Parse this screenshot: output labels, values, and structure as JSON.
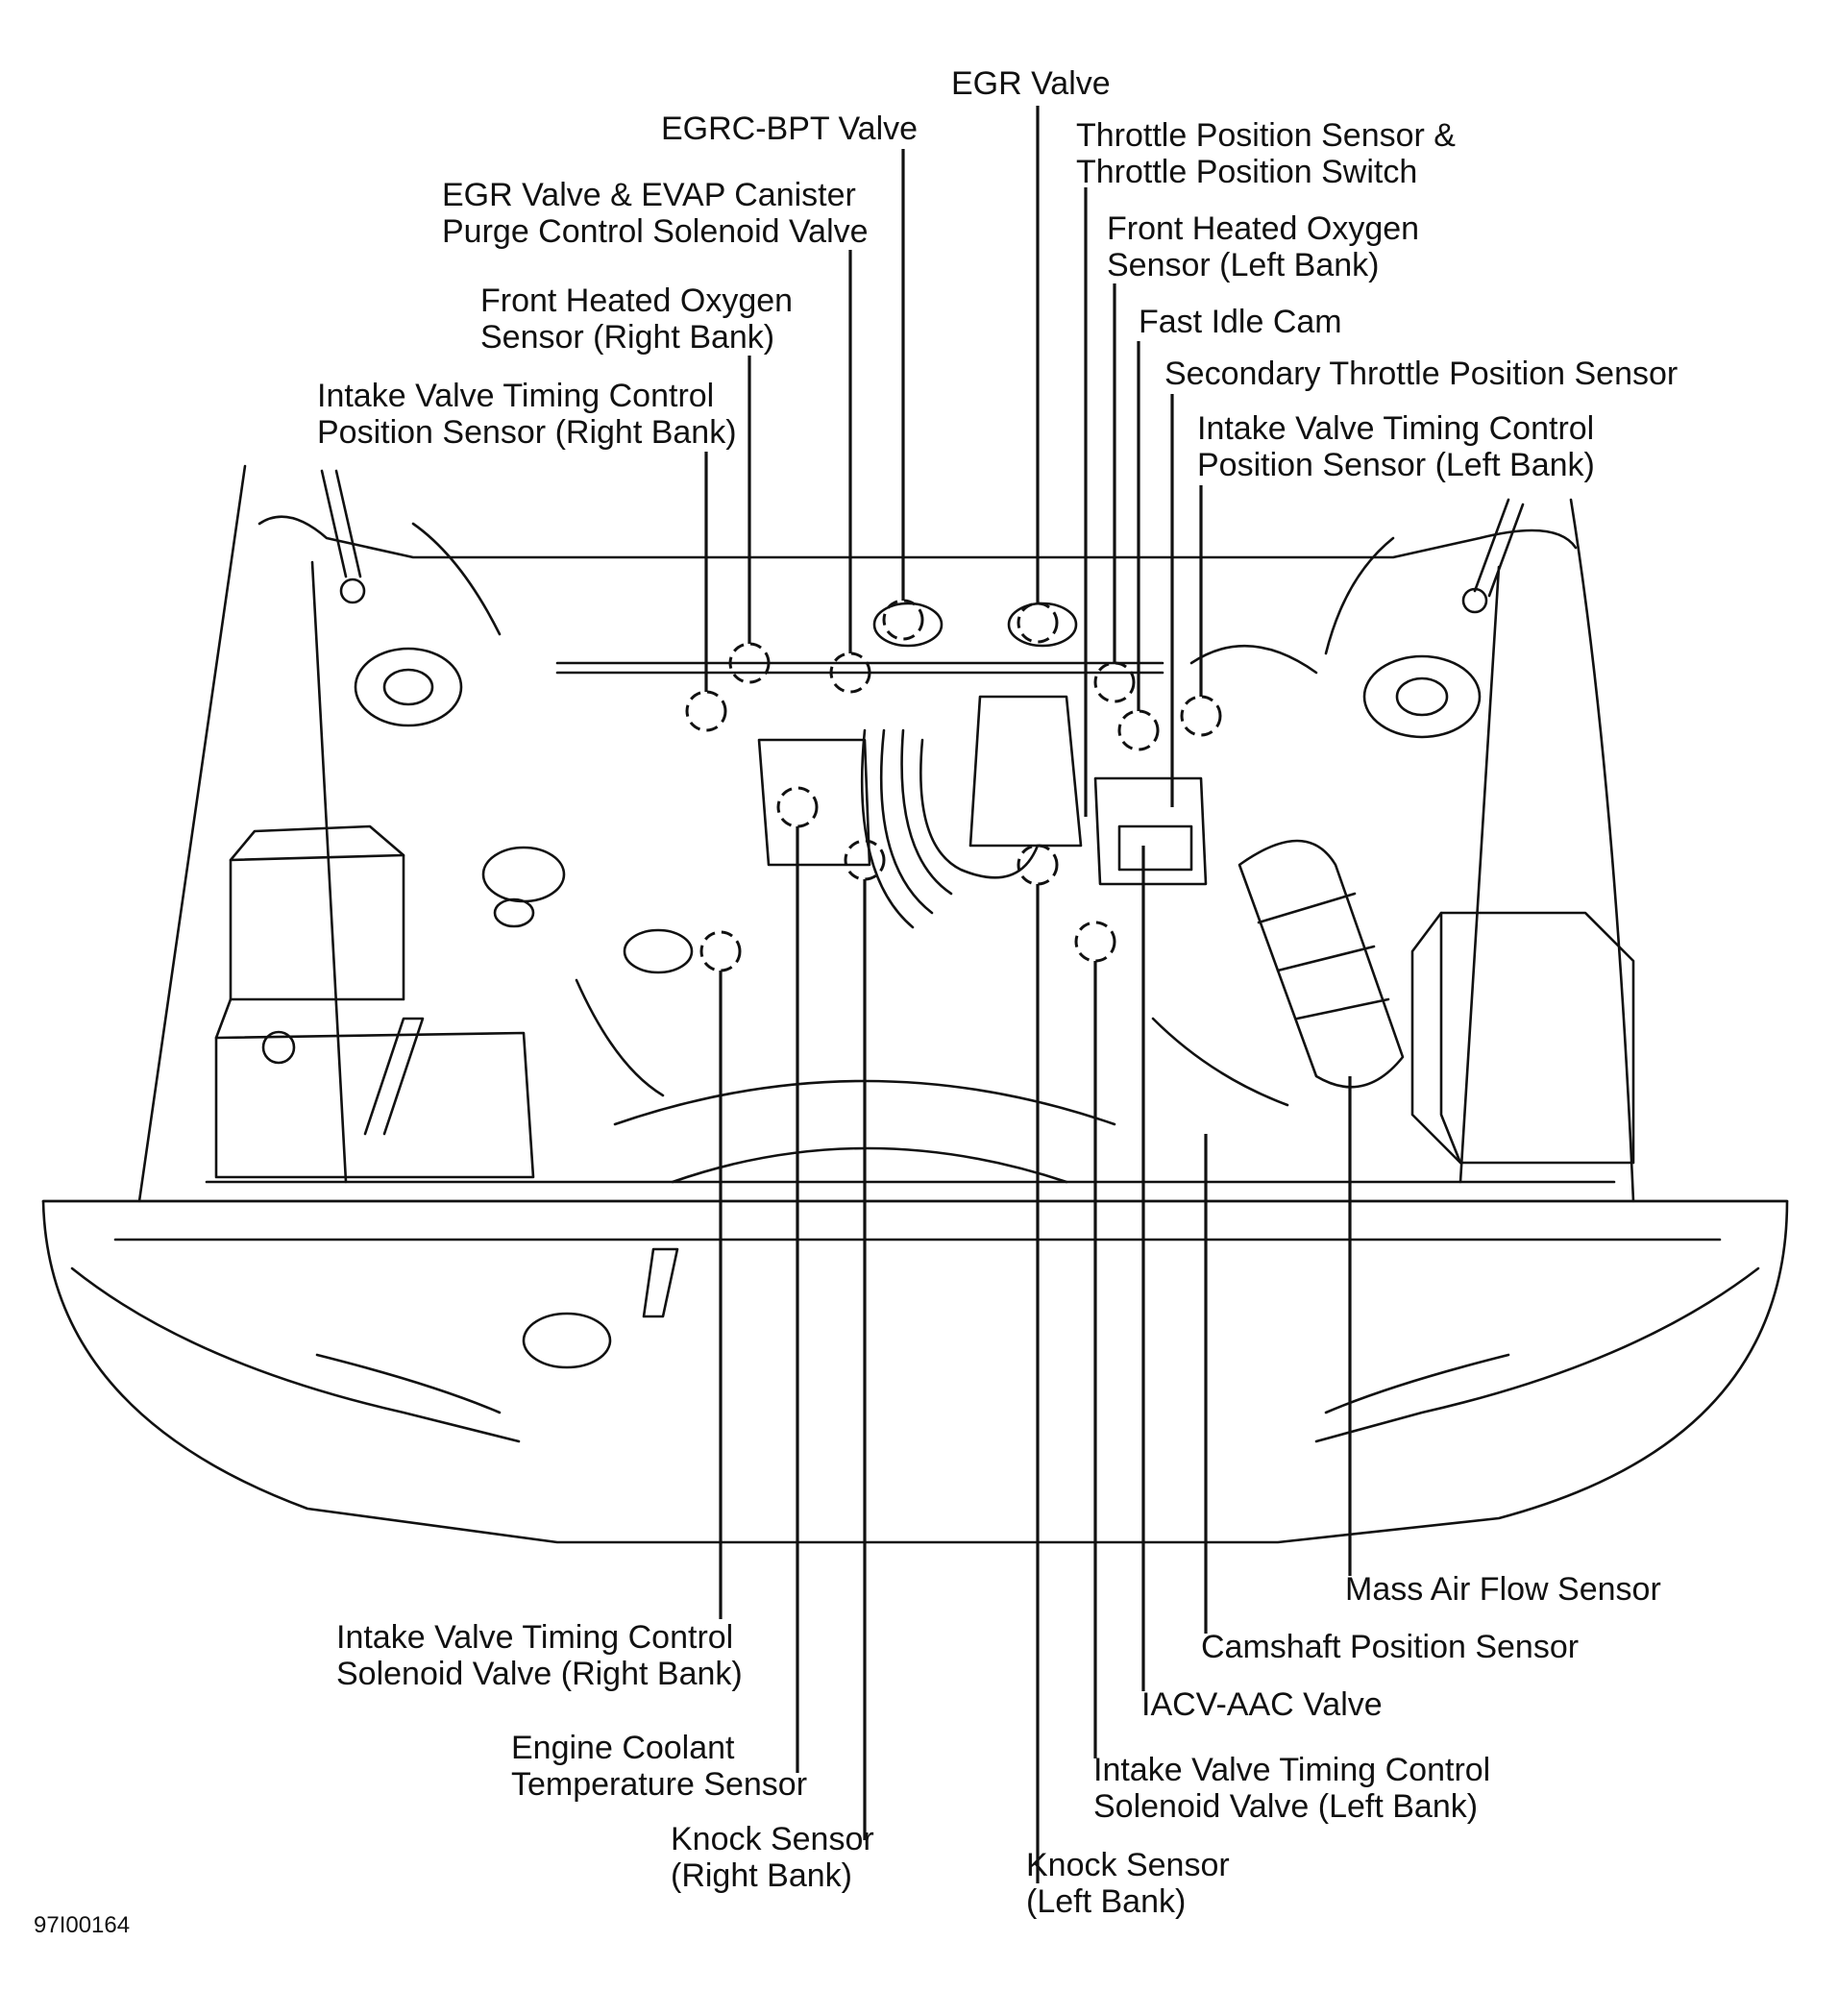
{
  "labels": {
    "egr_valve": "EGR Valve",
    "egrc_bpt_valve": "EGRC-BPT Valve",
    "egr_evap_line1": "EGR  Valve & EVAP Canister",
    "egr_evap_line2": "Purge Control Solenoid Valve",
    "front_o2_right_line1": "Front Heated Oxygen",
    "front_o2_right_line2": "Sensor (Right Bank)",
    "ivt_pos_right_line1": "Intake Valve Timing Control",
    "ivt_pos_right_line2": "Position Sensor (Right Bank)",
    "tps_line1": "Throttle Position Sensor &",
    "tps_line2": "Throttle Position Switch",
    "front_o2_left_line1": "Front Heated Oxygen",
    "front_o2_left_line2": "Sensor (Left Bank)",
    "fast_idle_cam": "Fast Idle Cam",
    "secondary_tps": "Secondary Throttle Position Sensor",
    "ivt_pos_left_line1": "Intake Valve Timing Control",
    "ivt_pos_left_line2": "Position Sensor (Left Bank)",
    "ivt_sol_right_line1": "Intake Valve Timing Control",
    "ivt_sol_right_line2": "Solenoid Valve (Right Bank)",
    "ect_line1": "Engine Coolant",
    "ect_line2": "Temperature Sensor",
    "knock_right_line1": "Knock Sensor",
    "knock_right_line2": "(Right Bank)",
    "knock_left_line1": "Knock Sensor",
    "knock_left_line2": "(Left Bank)",
    "ivt_sol_left_line1": "Intake Valve Timing Control",
    "ivt_sol_left_line2": "Solenoid Valve (Left Bank)",
    "iacv_aac": "IACV-AAC Valve",
    "camshaft_sensor": "Camshaft Position Sensor",
    "maf_sensor": "Mass Air Flow Sensor"
  },
  "figure_id": "97I00164"
}
